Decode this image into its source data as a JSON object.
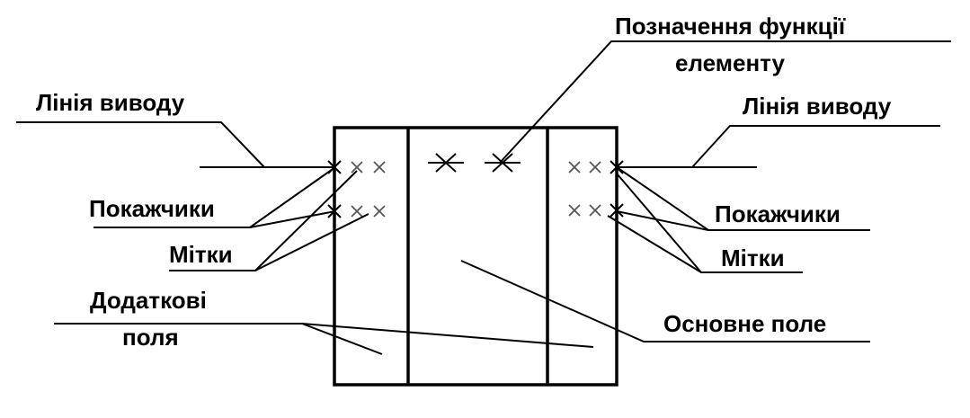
{
  "labels": {
    "function_designation_line1": "Позначення  функції",
    "function_designation_line2": "елементу",
    "output_line_left": "Лінія виводу",
    "output_line_right": "Лінія виводу",
    "pointers_left": "Покажчики",
    "pointers_right": "Покажчики",
    "marks_left": "Мітки",
    "marks_right": "Мітки",
    "additional_fields_line1": "Додаткові",
    "additional_fields_line2": "поля",
    "main_field": "Основне поле"
  },
  "colors": {
    "line": "#000000",
    "background": "#ffffff"
  }
}
